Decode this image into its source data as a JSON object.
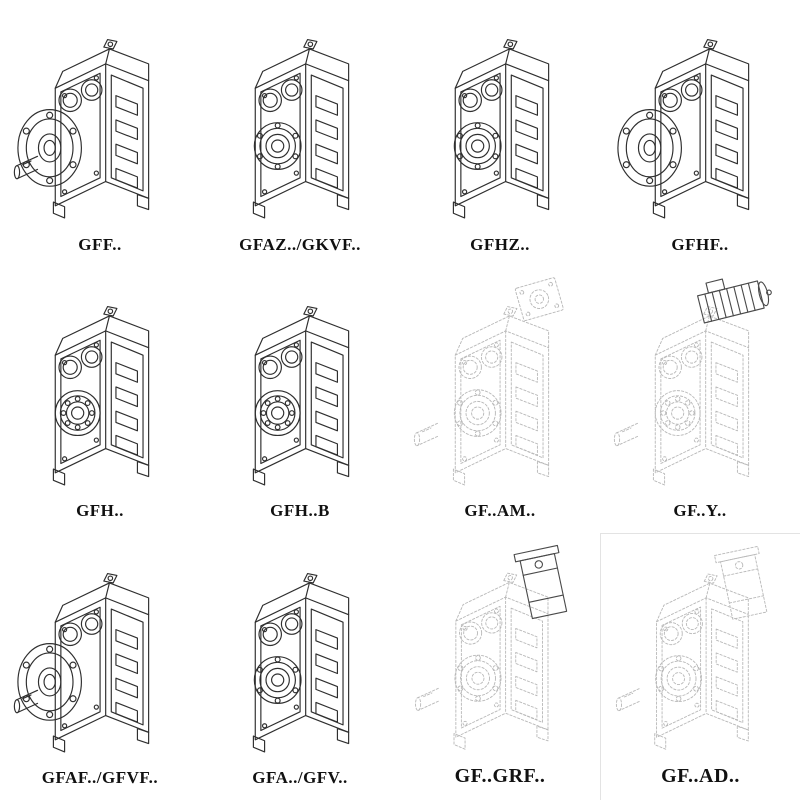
{
  "page": {
    "background": "#ffffff",
    "label_color": "#111111",
    "solid_stroke": "#2f2f2f",
    "phantom_stroke": "#b9b9b9",
    "description": "Catalog sheet of parallel-shaft helical gear unit model variants, 4 x 3 grid of isometric technical line drawings with model codes"
  },
  "cells": [
    {
      "label": "GFF..",
      "drawing": "helical-gearbox-flange-mounted-with-shaft",
      "style_classes": "solid"
    },
    {
      "label": "GFAZ../GKVF..",
      "drawing": "helical-gearbox-hollow-bore",
      "style_classes": "solid"
    },
    {
      "label": "GFHZ..",
      "drawing": "helical-gearbox-hollow-bore",
      "style_classes": "solid"
    },
    {
      "label": "GFHF..",
      "drawing": "helical-gearbox-flange-mounted",
      "style_classes": "solid"
    },
    {
      "label": "GFH..",
      "drawing": "helical-gearbox-foot-mounted",
      "style_classes": "solid"
    },
    {
      "label": "GFH..B",
      "drawing": "helical-gearbox-foot-mounted",
      "style_classes": "solid"
    },
    {
      "label": "GF..AM..",
      "drawing": "helical-gearbox-motor-adapter-flange",
      "style_classes": "phantom"
    },
    {
      "label": "GF..Y..",
      "drawing": "helical-gearbox-with-motor",
      "style_classes": "phantom attach-dark"
    },
    {
      "label": "GFAF../GFVF..",
      "drawing": "helical-gearbox-flange-mounted-with-shaft",
      "style_classes": "solid"
    },
    {
      "label": "GFA../GFV..",
      "drawing": "helical-gearbox-hollow-bore",
      "style_classes": "solid"
    },
    {
      "label": "GF..GRF..",
      "drawing": "helical-gearbox-with-adapter",
      "style_classes": "phantom attach-dark"
    },
    {
      "label": "GF..AD..",
      "drawing": "helical-gearbox-with-adapter",
      "style_classes": "phantom"
    }
  ]
}
